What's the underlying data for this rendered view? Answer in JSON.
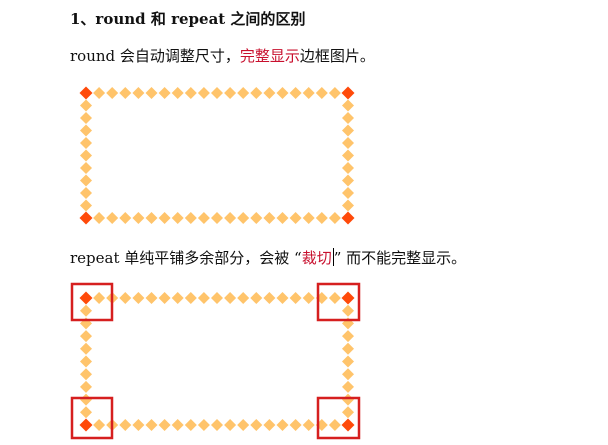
{
  "heading": "1、round 和 repeat 之间的区别",
  "round_paragraph": {
    "before": "round 会自动调整尺寸，",
    "highlight": "完整显示",
    "after": "边框图片。"
  },
  "repeat_paragraph": {
    "before": "repeat 单纯平铺多余部分，会被 “",
    "highlight": "裁切",
    "after": "” 而不能完整显示。"
  },
  "colors": {
    "text": "#111111",
    "highlight": "#c8102e",
    "diamond_light": "#ffc46b",
    "diamond_dark": "#ff4a0a",
    "callout": "#d61f1f"
  }
}
